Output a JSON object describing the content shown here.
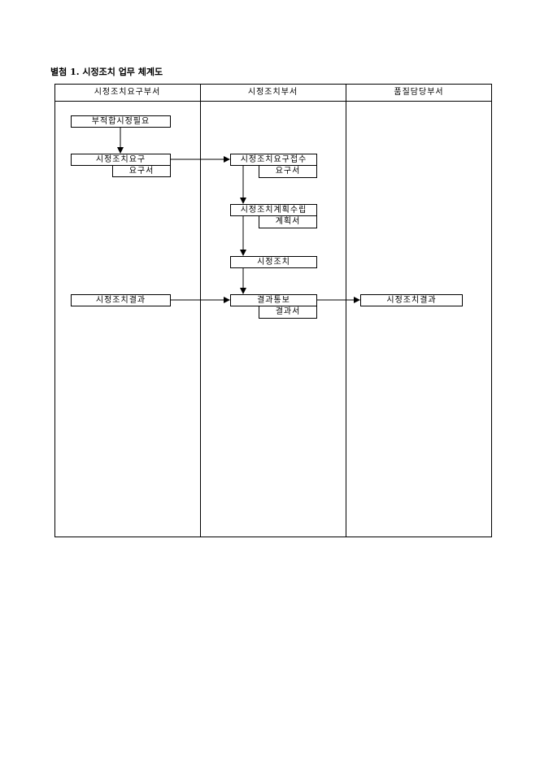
{
  "title": "별첨 1. 시정조치 업무 체계도",
  "lanes": [
    "시정조치요구부서",
    "시정조치부서",
    "품질담당부서"
  ],
  "boxes": {
    "nonconformance": "부적합시정필요",
    "request": "시정조치요구",
    "request_doc": "요구서",
    "receive": "시정조치요구접수",
    "receive_doc": "요구서",
    "plan": "시정조치계획수립",
    "plan_doc": "계획서",
    "action": "시정조치",
    "result_left": "시정조치결과",
    "notify": "결과통보",
    "notify_doc": "결과서",
    "result_right": "시정조치결과"
  }
}
